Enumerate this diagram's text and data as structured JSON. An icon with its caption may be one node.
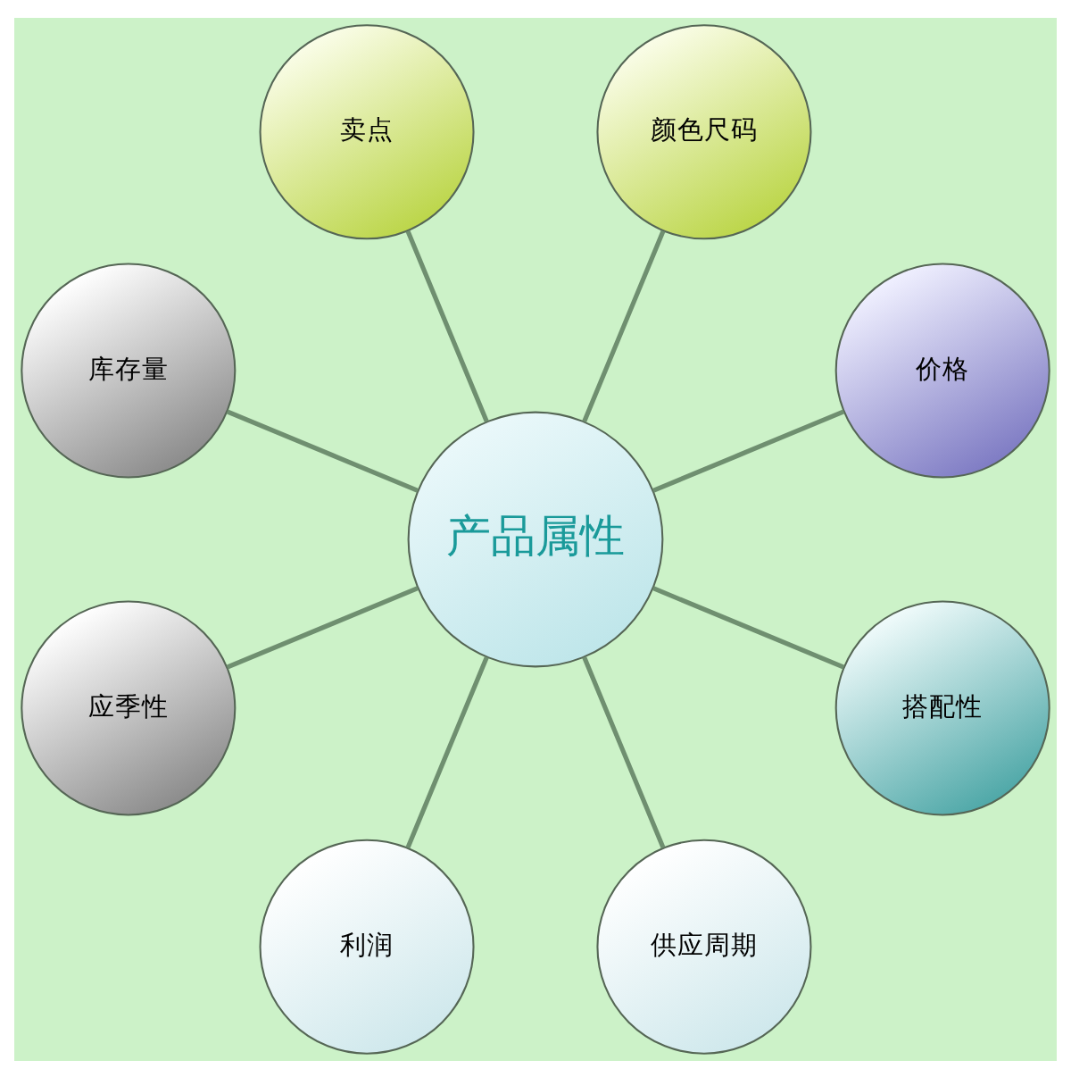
{
  "diagram": {
    "nodes": [
      {
        "text": [
          "产品属性"
        ]
      },
      {
        "text": [
          "价格"
        ]
      },
      {
        "text": [
          "颜色尺码"
        ]
      },
      {
        "text": [
          "卖点"
        ]
      },
      {
        "text": [
          "库存量"
        ]
      },
      {
        "text": [
          "应季性"
        ]
      },
      {
        "text": [
          "利润"
        ]
      },
      {
        "text": [
          "供应周期"
        ]
      },
      {
        "text": [
          "搭配性"
        ]
      }
    ],
    "edges": [
      {
        "from": 0,
        "to": 1,
        "arrow": "none"
      },
      {
        "from": 0,
        "to": 3,
        "arrow": "none"
      },
      {
        "from": 0,
        "to": 5,
        "arrow": "none"
      },
      {
        "from": 0,
        "to": 7,
        "arrow": "none"
      },
      {
        "from": 0,
        "to": 8,
        "arrow": "none"
      },
      {
        "from": 0,
        "to": 6,
        "arrow": "none"
      },
      {
        "from": 0,
        "to": 4,
        "arrow": "none"
      },
      {
        "from": 0,
        "to": 2,
        "arrow": "none"
      }
    ]
  }
}
